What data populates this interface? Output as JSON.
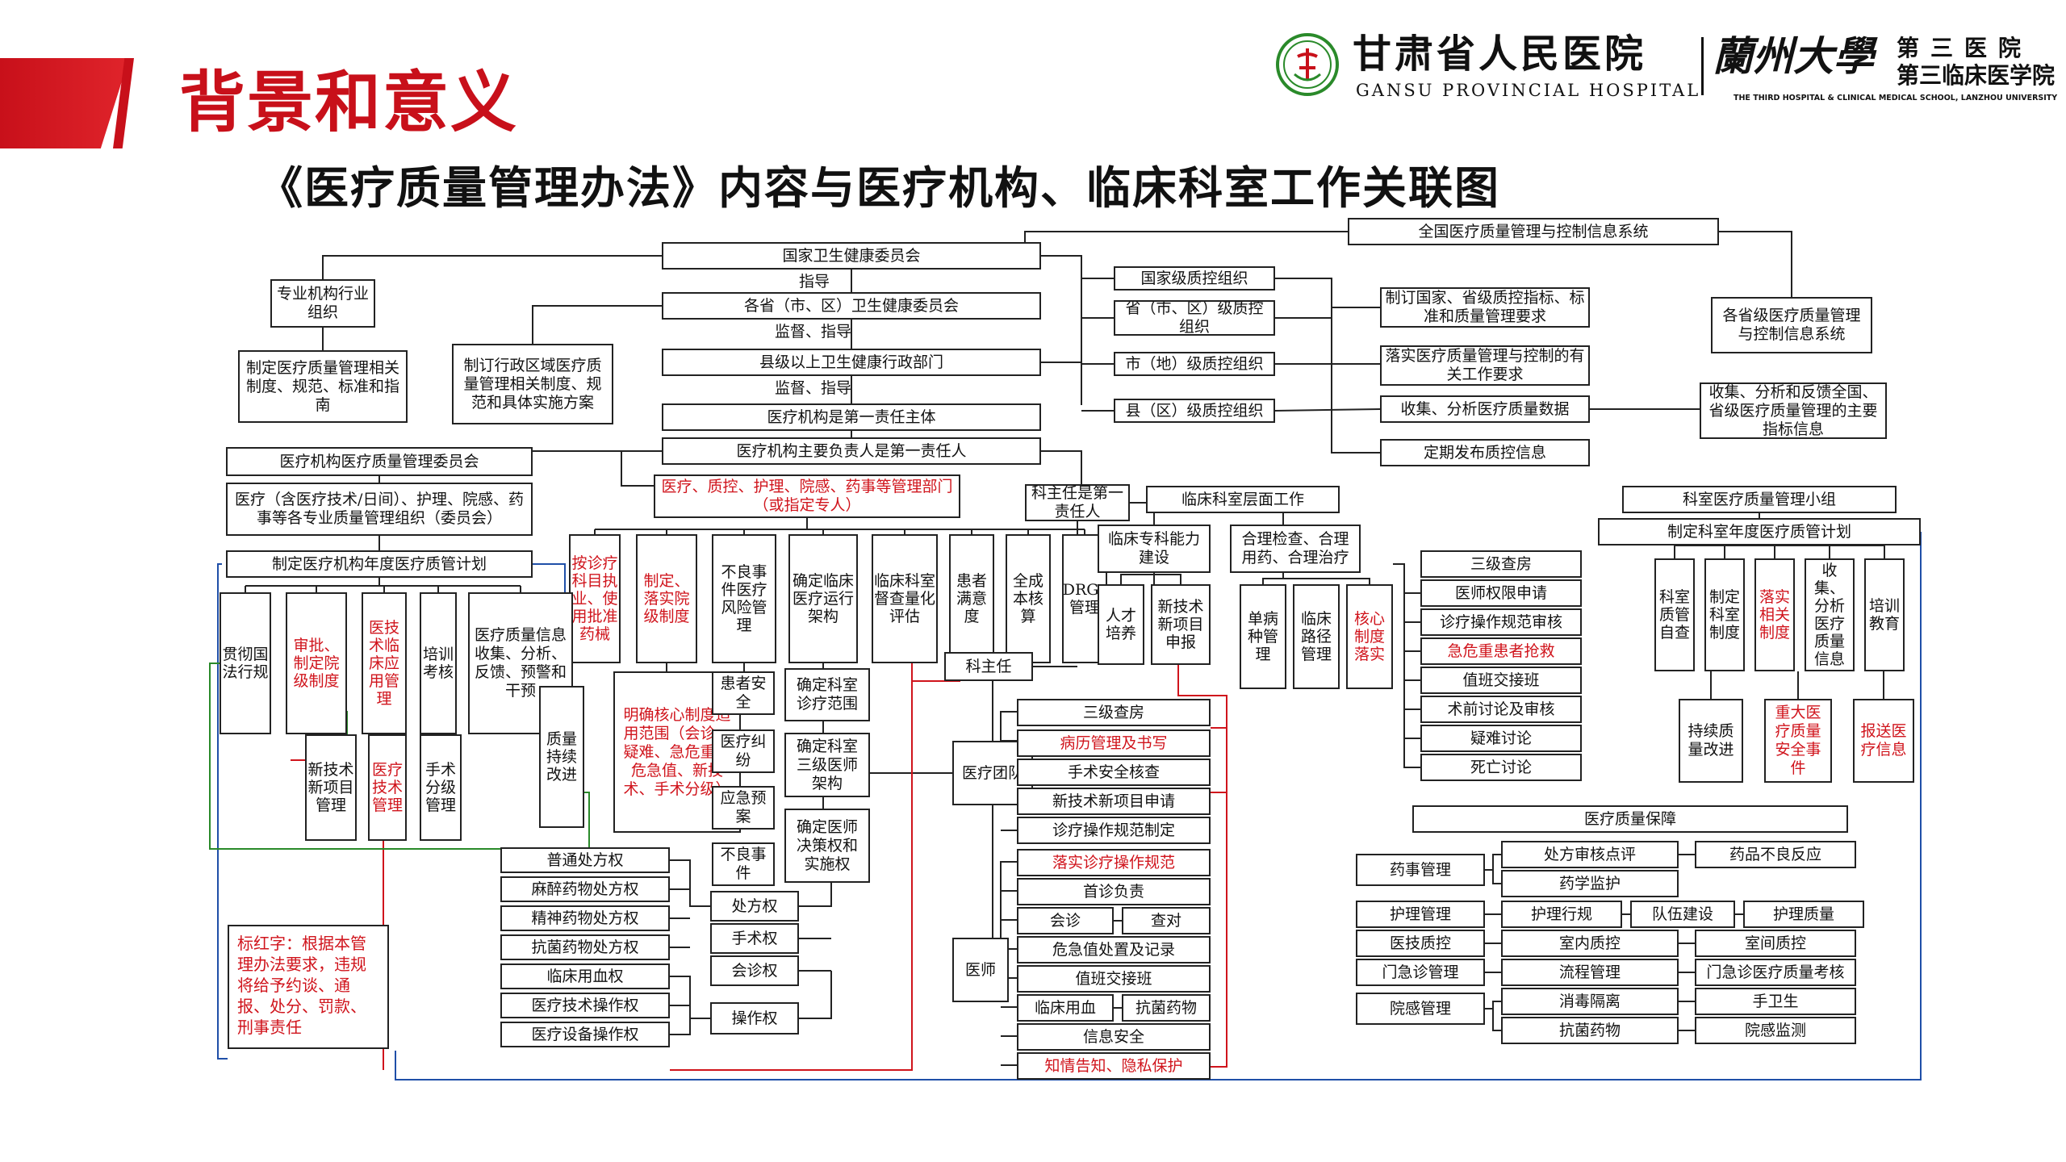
{
  "slide": {
    "title": "背景和意义",
    "diagram_title": "《医疗质量管理办法》内容与医疗机构、临床科室工作关联图"
  },
  "logo": {
    "hospital_name": "甘肃省人民医院",
    "hospital_name_en": "GANSU PROVINCIAL HOSPITAL",
    "university": "蘭州大學",
    "dept_line1": "第三医院",
    "dept_line2": "第三临床医学院",
    "university_en": "THE THIRD HOSPITAL & CLINICAL MEDICAL SCHOOL, LANZHOU UNIVERSITY"
  },
  "colors": {
    "brand_red": "#c8101a",
    "highlight_red": "#d0141c",
    "line_blue": "#1f4fa8",
    "line_green": "#2a8a2a"
  },
  "nodes": {
    "ngov": "国家卫生健康委员会",
    "guide1": "指导",
    "pgov": "各省（市、区）卫生健康委员会",
    "sup1": "监督、指导",
    "cgov": "县级以上卫生健康行政部门",
    "sup2": "监督、指导",
    "inst": "医疗机构是第一责任主体",
    "head": "医疗机构主要负责人是第一责任人",
    "natinfo": "全国医疗质量管理与控制信息系统",
    "natqc": "国家级质控组织",
    "provqc": "省（市、区）级质控组织",
    "cityqc": "市（地）级质控组织",
    "cntyqc": "县（区）级质控组织",
    "std": "制订国家、省级质控指标、标准和质量管理要求",
    "impl": "落实医疗质量管理与控制的有关工作要求",
    "collect": "收集、分析医疗质量数据",
    "publish": "定期发布质控信息",
    "provinfo": "各省级医疗质量管理与控制信息系统",
    "feedback": "收集、分析和反馈全国、省级医疗质量管理的主要指标信息",
    "prof": "专业机构行业组织",
    "profrules": "制定医疗质量管理相关制度、规范、标准和指南",
    "regrules": "制订行政区域医疗质量管理相关制度、规范和具体实施方案",
    "committee": "医疗机构医疗质量管理委员会",
    "subcomm": "医疗（含医疗技术/日间）、护理、院感、药事等各专业质量管理组织（委员会）",
    "depts": "医疗、质控、护理、院感、药事等管理部门（或指定专人）",
    "deptchief": "科主任是第一责任人",
    "cliniclevel": "临床科室层面工作",
    "inplan": "制定医疗机构年度医疗质管计划",
    "d1": "按诊疗科目执业、使用批准药械",
    "d2": "制定、落实院级制度",
    "d3": "不良事件医疗风险管理",
    "d4": "确定临床医疗运行架构",
    "d5": "临床科室督查量化评估",
    "d6": "患者满意度",
    "d7": "全成本核算",
    "d8": "DRGs管理",
    "i1": "贯彻国法行规",
    "i2": "审批、制定院级制度",
    "i3": "医技术临床应用管理",
    "i4": "培训考核",
    "i5": "医疗质量信息收集、分析、反馈、预警和干预",
    "contimp": "质量持续改进",
    "newtech": "新技术新项目管理",
    "medtech": "医疗技术管理",
    "surggrade": "手术分级管理",
    "coresys": "明确核心制度适用范围（会诊、疑难、急危重、危急值、新技术、手术分级）",
    "psafe": "患者安全",
    "dispute": "医疗纠纷",
    "emerg": "应急预案",
    "adverse": "不良事件",
    "diagscope": "确定科室诊疗范围",
    "threelvl": "确定科室三级医师架构",
    "docauth": "确定医师决策权和实施权",
    "keshi": "科主任",
    "capab": "临床专科能力建设",
    "rational": "合理检查、合理用药、合理治疗",
    "talent": "人才培养",
    "techapply": "新技术新项目申报",
    "single": "单病种管理",
    "pathway": "临床路径管理",
    "coreimpl": "核心制度落实",
    "rounds3r": "三级查房",
    "privapp": "医师权限申请",
    "procrev": "诊疗操作规范审核",
    "crit": "急危重患者抢救",
    "handover": "值班交接班",
    "preop": "术前讨论及审核",
    "diffdisc": "疑难讨论",
    "deathdisc": "死亡讨论",
    "kgroup": "科室医疗质量管理小组",
    "kplan": "制定科室年度医疗质管计划",
    "k1": "科室质管自查",
    "k2": "制定科室制度",
    "k3": "落实相关制度",
    "k4": "收集、分析医疗质量信息",
    "k5": "培训教育",
    "k6": "持续质量改进",
    "k7": "重大医疗质量安全事件",
    "k8": "报送医疗信息",
    "team": "医疗团队",
    "doctor": "医师",
    "t1": "三级查房",
    "t2": "病历管理及书写",
    "t3": "手术安全核查",
    "t4": "新技术新项目申请",
    "t5": "诊疗操作规范制定",
    "m1": "落实诊疗操作规范",
    "m2": "首诊负责",
    "m3": "会诊",
    "m3b": "查对",
    "m4": "危急值处置及记录",
    "m5": "值班交接班",
    "m6": "临床用血",
    "m6b": "抗菌药物",
    "m7": "信息安全",
    "m8": "知情告知、隐私保护",
    "p1": "普通处方权",
    "p2": "麻醉药物处方权",
    "p3": "精神药物处方权",
    "p4": "抗菌药物处方权",
    "p5": "临床用血权",
    "p6": "医疗技术操作权",
    "p7": "医疗设备操作权",
    "rx": "处方权",
    "surg": "手术权",
    "consult": "会诊权",
    "oper": "操作权",
    "note": "标红字：根据本管理办法要求，违规将给予约谈、通报、处分、罚款、刑事责任",
    "guarantee": "医疗质量保障",
    "g_pharm": "药事管理",
    "g_rxrev": "处方审核点评",
    "g_adr": "药品不良反应",
    "g_pharmmon": "药学监护",
    "g_nurse": "护理管理",
    "g_nursenorm": "护理行规",
    "g_team": "队伍建设",
    "g_nq": "护理质量",
    "g_medtech": "医技质控",
    "g_inner": "室内质控",
    "g_inter": "室间质控",
    "g_opd": "门急诊管理",
    "g_flow": "流程管理",
    "g_opdeval": "门急诊医疗质量考核",
    "g_infect": "院感管理",
    "g_disinf": "消毒隔离",
    "g_hand": "手卫生",
    "g_anti": "抗菌药物",
    "g_monitor": "院感监测"
  }
}
